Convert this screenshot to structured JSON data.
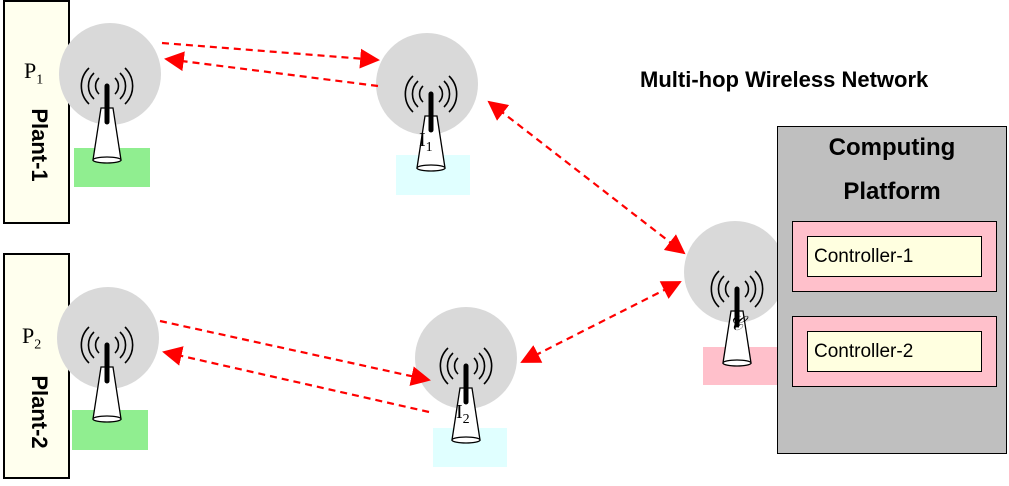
{
  "network": {
    "title": "Multi-hop Wireless Network"
  },
  "plants": [
    {
      "label": "Plant-1",
      "node_letter": "P",
      "node_sub": "1"
    },
    {
      "label": "Plant-2",
      "node_letter": "P",
      "node_sub": "2"
    }
  ],
  "intermediates": [
    {
      "node_letter": "I",
      "node_sub": "1"
    },
    {
      "node_letter": "I",
      "node_sub": "2"
    }
  ],
  "controller_node": {
    "symbol": "𝒞"
  },
  "platform": {
    "title_line1": "Computing",
    "title_line2": "Platform",
    "controllers": [
      {
        "label": "Controller-1"
      },
      {
        "label": "Controller-2"
      }
    ]
  },
  "colors": {
    "link": "#ff0000",
    "plant_fill": "#ffffee",
    "sensor_pad_plant": "#90ee90",
    "sensor_pad_intermediate": "#e0ffff",
    "sensor_pad_controller": "#ffc0cb",
    "node_disc": "#d9d9d9",
    "platform_fill": "#bfbfbf",
    "controller_frame": "#ffc0cb",
    "controller_fill": "#ffffe0"
  }
}
